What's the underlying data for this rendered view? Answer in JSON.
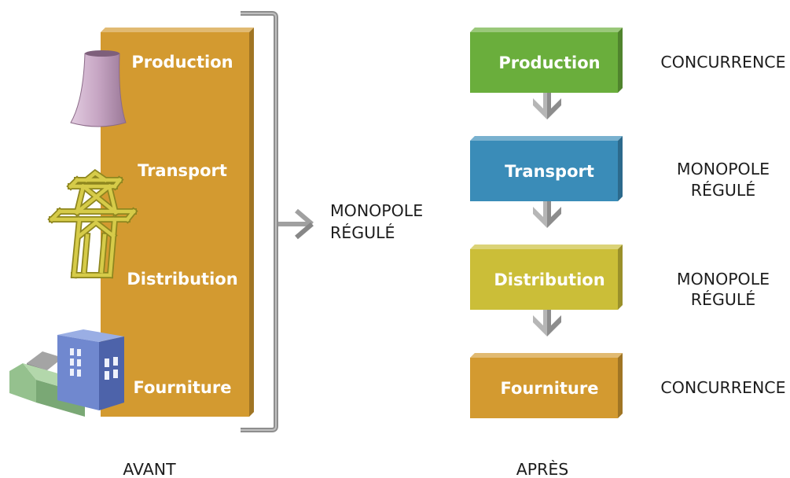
{
  "before": {
    "caption": "AVANT",
    "block_color": "#d39a30",
    "icons": [
      "cooling-tower",
      "power-pylon",
      "buildings"
    ],
    "stages": [
      {
        "label": "Production"
      },
      {
        "label": "Transport"
      },
      {
        "label": "Distribution"
      },
      {
        "label": "Fourniture"
      }
    ],
    "regime": [
      "MONOPOLE",
      "RÉGULÉ"
    ]
  },
  "after": {
    "caption": "APRÈS",
    "stages": [
      {
        "label": "Production",
        "color": "#6aae3c",
        "regime": [
          "CONCURRENCE"
        ]
      },
      {
        "label": "Transport",
        "color": "#3a8cb8",
        "regime": [
          "MONOPOLE",
          "RÉGULÉ"
        ]
      },
      {
        "label": "Distribution",
        "color": "#cbbe38",
        "regime": [
          "MONOPOLE",
          "RÉGULÉ"
        ]
      },
      {
        "label": "Fourniture",
        "color": "#d39a30",
        "regime": [
          "CONCURRENCE"
        ]
      }
    ]
  }
}
